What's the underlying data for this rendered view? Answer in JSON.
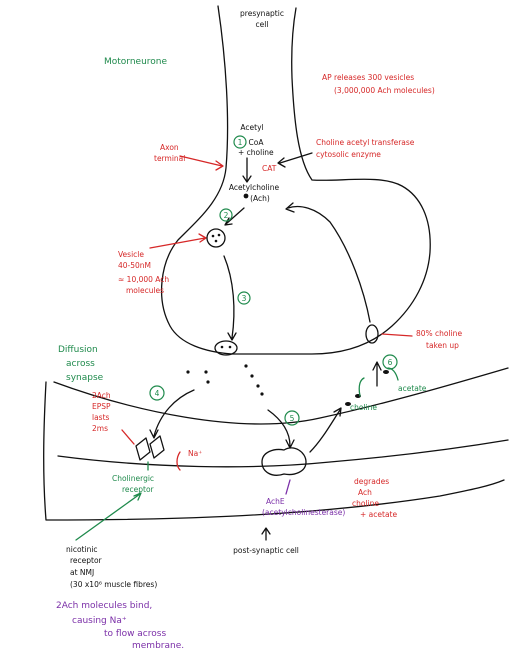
{
  "colors": {
    "ink": "#111111",
    "red": "#d62828",
    "green": "#1f8a4c",
    "purple": "#7b2fa8"
  },
  "labels": {
    "presynaptic_line1": "presynaptic",
    "presynaptic_line2": "cell",
    "motorneurone": "Motorneurone",
    "ap_line1": "AP releases 300 vesicles",
    "ap_line2": "(3,000,000 Ach molecules)",
    "axon_line1": "Axon",
    "axon_line2": "terminal",
    "acetyl_coa_line1": "Acetyl",
    "acetyl_coa_line2": "CoA",
    "choline_plus": "+ choline",
    "cat": "CAT",
    "cat_def_line1": "Choline acetyl transferase",
    "cat_def_line2": "cytosolic enzyme",
    "ach_line1": "Acetylcholine",
    "ach_line2": "(Ach)",
    "vesicle_line1": "Vesicle",
    "vesicle_line2": "40-50nM",
    "vesicle_line3": "≈ 10,000 Ach",
    "vesicle_line4": "molecules",
    "choline_taken_line1": "80% choline",
    "choline_taken_line2": "taken up",
    "diffusion_line1": "Diffusion",
    "diffusion_line2": "across",
    "diffusion_line3": "synapse",
    "acetate": "acetate",
    "choline": "choline",
    "epsp_line1": "2Ach",
    "epsp_line2": "EPSP",
    "epsp_line3": "lasts",
    "epsp_line4": "2ms",
    "na_ion": "Na⁺",
    "cholinergic_line1": "Cholinergic",
    "cholinergic_line2": "receptor",
    "ache_line1": "AchE",
    "ache_line2": "(acetylcholinesterase)",
    "degrades_line1": "degrades",
    "degrades_line2": "Ach",
    "degrades_line3": "choline",
    "degrades_line4": "+ acetate",
    "nicotinic_line1": "nicotinic",
    "nicotinic_line2": "receptor",
    "nicotinic_line3": "at NMJ",
    "nicotinic_line4": "(30 x10⁶ muscle fibres)",
    "postsynaptic": "post-synaptic cell",
    "purple_line1": "2Ach molecules bind,",
    "purple_line2": "causing Na⁺",
    "purple_line3": "to flow across",
    "purple_line4": "membrane."
  },
  "steps": [
    "1",
    "2",
    "3",
    "4",
    "5",
    "6"
  ]
}
